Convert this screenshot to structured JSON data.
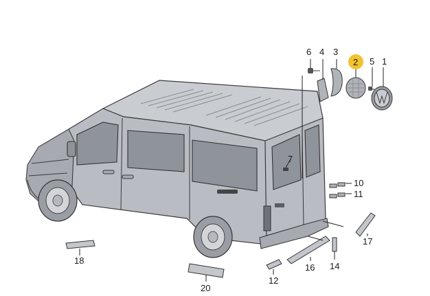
{
  "diagram": {
    "part_numbers": {
      "p1": "1",
      "p2": "2",
      "p3": "3",
      "p4": "4",
      "p5": "5",
      "p6": "6",
      "p7": "7",
      "p10": "10",
      "p11": "11",
      "p12": "12",
      "p14": "14",
      "p16": "16",
      "p17": "17",
      "p18": "18",
      "p20": "20"
    },
    "highlighted_part": "2",
    "highlight_color": "#f2c230",
    "vehicle": "van"
  }
}
